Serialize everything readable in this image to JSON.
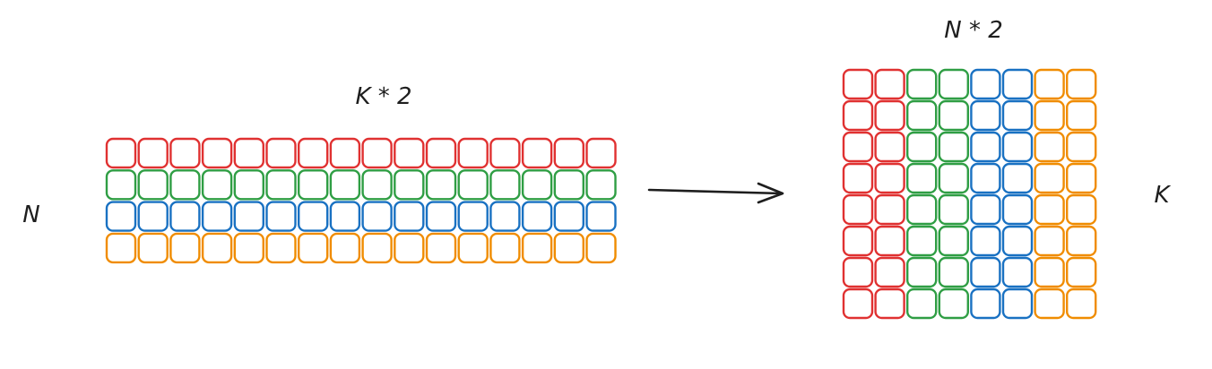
{
  "labels": {
    "left_top": "K * 2",
    "left_side": "N",
    "right_top": "N * 2",
    "right_side": "K"
  },
  "colors": {
    "red": "#e03131",
    "green": "#2f9e44",
    "blue": "#1971c2",
    "orange": "#f08c00"
  },
  "left_matrix": {
    "rows": [
      "red",
      "green",
      "blue",
      "orange"
    ],
    "columns": 16
  },
  "right_matrix": {
    "column_groups": [
      "red",
      "green",
      "blue",
      "orange"
    ],
    "columns_per_group": 2,
    "rows": 8
  },
  "arrow": {
    "direction": "right"
  }
}
